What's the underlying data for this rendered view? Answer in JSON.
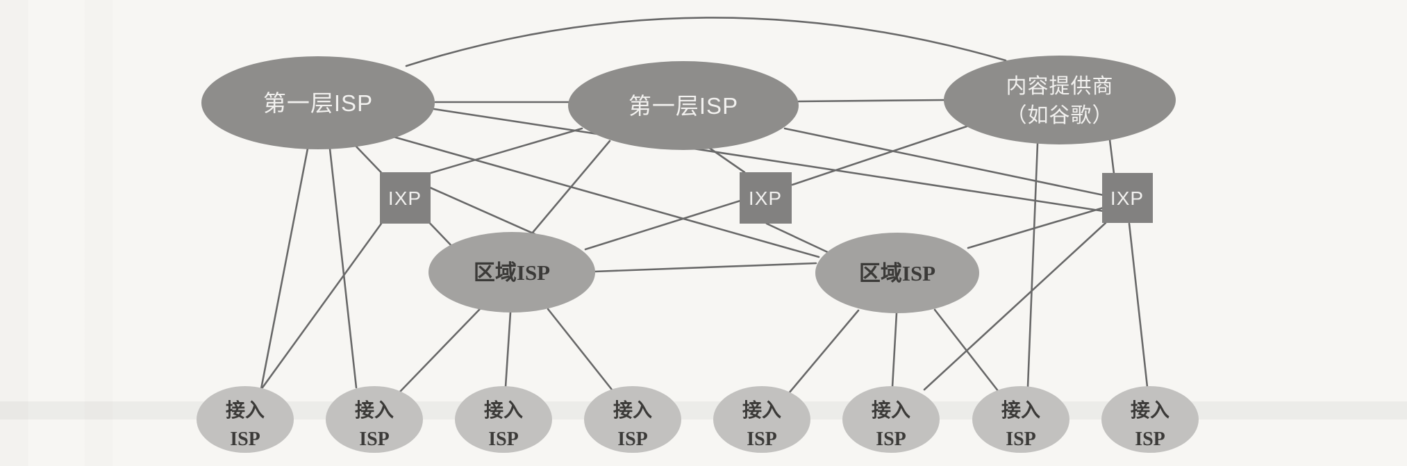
{
  "figure": {
    "description": "Internet ISP interconnection structure diagram",
    "background": "#f7f6f3",
    "colors": {
      "edge_color": "#686868",
      "tier1_fill": "#8e8d8b",
      "content_fill": "#8e8d8b",
      "ixp_fill": "#828180",
      "regional_fill": "#a3a2a0",
      "access_fill": "#c2c1bf",
      "tier1_text": "#f2f1ef",
      "dark_text": "#3b3a38"
    },
    "labels": {
      "tier1": "第一层ISP",
      "content_line1": "内容提供商",
      "content_line2": "（如谷歌）",
      "ixp": "IXP",
      "regional": "区域ISP",
      "access_line1": "接入",
      "access_line2": "ISP"
    },
    "nodes": [
      {
        "id": "tier1-left",
        "type": "tier1-isp-ellipse",
        "label": "第一层ISP"
      },
      {
        "id": "tier1-middle",
        "type": "tier1-isp-ellipse",
        "label": "第一层ISP"
      },
      {
        "id": "content",
        "type": "content-provider-ellipse",
        "label": "内容提供商（如谷歌）"
      },
      {
        "id": "ixp-1",
        "type": "ixp-box",
        "label": "IXP"
      },
      {
        "id": "ixp-2",
        "type": "ixp-box",
        "label": "IXP"
      },
      {
        "id": "ixp-3",
        "type": "ixp-box",
        "label": "IXP"
      },
      {
        "id": "regional-1",
        "type": "regional-isp-ellipse",
        "label": "区域ISP"
      },
      {
        "id": "regional-2",
        "type": "regional-isp-ellipse",
        "label": "区域ISP"
      },
      {
        "id": "access-1",
        "type": "access-isp-ellipse",
        "label": "接入ISP"
      },
      {
        "id": "access-2",
        "type": "access-isp-ellipse",
        "label": "接入ISP"
      },
      {
        "id": "access-3",
        "type": "access-isp-ellipse",
        "label": "接入ISP"
      },
      {
        "id": "access-4",
        "type": "access-isp-ellipse",
        "label": "接入ISP"
      },
      {
        "id": "access-5",
        "type": "access-isp-ellipse",
        "label": "接入ISP"
      },
      {
        "id": "access-6",
        "type": "access-isp-ellipse",
        "label": "接入ISP"
      },
      {
        "id": "access-7",
        "type": "access-isp-ellipse",
        "label": "接入ISP"
      },
      {
        "id": "access-8",
        "type": "access-isp-ellipse",
        "label": "接入ISP"
      }
    ],
    "edges": [
      {
        "from": "tier1-left",
        "to": "tier1-middle"
      },
      {
        "from": "tier1-middle",
        "to": "content"
      },
      {
        "from": "tier1-left",
        "to": "content",
        "shape": "arc-over-top"
      },
      {
        "from": "tier1-left",
        "to": "access-1"
      },
      {
        "from": "tier1-left",
        "to": "access-2"
      },
      {
        "from": "tier1-left",
        "to": "regional-1",
        "note": "passes behind ixp-1"
      },
      {
        "from": "tier1-left",
        "to": "regional-2",
        "note": "passes below ixp-2"
      },
      {
        "from": "tier1-left",
        "to": "ixp-3"
      },
      {
        "from": "tier1-middle",
        "to": "ixp-1"
      },
      {
        "from": "tier1-middle",
        "to": "regional-1"
      },
      {
        "from": "tier1-middle",
        "to": "ixp-2"
      },
      {
        "from": "tier1-middle",
        "to": "ixp-3"
      },
      {
        "from": "content",
        "to": "ixp-2"
      },
      {
        "from": "content",
        "to": "ixp-3"
      },
      {
        "from": "content",
        "to": "access-7"
      },
      {
        "from": "ixp-1",
        "to": "regional-1"
      },
      {
        "from": "ixp-1",
        "to": "access-1"
      },
      {
        "from": "ixp-2",
        "to": "regional-1"
      },
      {
        "from": "ixp-2",
        "to": "regional-2"
      },
      {
        "from": "ixp-3",
        "to": "regional-2"
      },
      {
        "from": "ixp-3",
        "to": "access-6"
      },
      {
        "from": "ixp-3",
        "to": "access-8"
      },
      {
        "from": "regional-1",
        "to": "regional-2"
      },
      {
        "from": "regional-1",
        "to": "access-2"
      },
      {
        "from": "regional-1",
        "to": "access-3"
      },
      {
        "from": "regional-1",
        "to": "access-4"
      },
      {
        "from": "regional-2",
        "to": "access-5"
      },
      {
        "from": "regional-2",
        "to": "access-6"
      },
      {
        "from": "regional-2",
        "to": "access-7"
      }
    ]
  }
}
